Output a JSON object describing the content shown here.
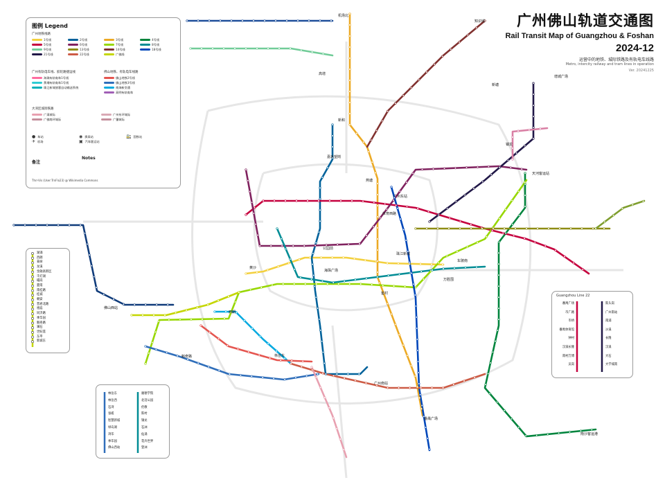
{
  "header": {
    "title_zh": "广州佛山轨道交通图",
    "title_en": "Rail Transit Map of Guangzhou & Foshan",
    "year": "2024-12",
    "subtitle_zh": "运营中的地铁、城际铁路及有轨电车线路",
    "subtitle_en": "Metro, intercity railway and tram lines in operation",
    "version": "Ver. 20241225"
  },
  "legend": {
    "title": "图例 Legend",
    "gz_metro_title": "广州地铁线路",
    "gz_metro_lines": [
      {
        "label": "1号线",
        "color": "#f3d03e"
      },
      {
        "label": "2号线",
        "color": "#00629b"
      },
      {
        "label": "3号线",
        "color": "#ecaa25"
      },
      {
        "label": "4号线",
        "color": "#00843d"
      },
      {
        "label": "5号线",
        "color": "#c5003e"
      },
      {
        "label": "6号线",
        "color": "#80225f"
      },
      {
        "label": "7号线",
        "color": "#97d700"
      },
      {
        "label": "8号线",
        "color": "#008c95"
      },
      {
        "label": "9号线",
        "color": "#71cc98"
      },
      {
        "label": "13号线",
        "color": "#8e8c13"
      },
      {
        "label": "14号线",
        "color": "#81312f"
      },
      {
        "label": "18号线",
        "color": "#0047ba"
      },
      {
        "label": "21号线",
        "color": "#201747"
      },
      {
        "label": "22号线",
        "color": "#cd5b45"
      },
      {
        "label": "广佛线",
        "color": "#c4d600"
      }
    ],
    "gz_other_title": "广州有轨电车线、胶轮路捷运线",
    "gz_other_lines": [
      {
        "label": "海珠有轨电车1号线",
        "color": "#ff6ca0"
      },
      {
        "label": "黄埔有轨电车1号线",
        "color": "#2dccd3"
      },
      {
        "label": "珠江新城旅客自动输送系统",
        "color": "#00b0b9"
      }
    ],
    "fs_title": "佛山地铁、有轨电车线路",
    "fs_lines": [
      {
        "label": "佛山地铁2号线",
        "color": "#e5554f"
      },
      {
        "label": "佛山地铁3号线",
        "color": "#2f6eba"
      },
      {
        "label": "南海新交通",
        "color": "#00a9e0"
      },
      {
        "label": "高明有轨电车",
        "color": "#a05eb5"
      }
    ],
    "intercity_title": "大湾区城际铁路",
    "intercity_lines": [
      {
        "label": "广清城际",
        "color": "#e8a0b0"
      },
      {
        "label": "广州东环城际",
        "color": "#d9a9b5"
      },
      {
        "label": "广佛南环城际",
        "color": "#c48f9c"
      },
      {
        "label": "广肇城际",
        "color": "#c48f9c"
      }
    ],
    "symbols": [
      {
        "label": "车站",
        "icon": "station-icon"
      },
      {
        "label": "换乘站",
        "icon": "interchange-icon"
      },
      {
        "label": "国铁站",
        "icon": "railway-icon"
      },
      {
        "label": "机场",
        "icon": "airport-icon"
      },
      {
        "label": "汽车客运站",
        "icon": "bus-icon"
      }
    ]
  },
  "notes": {
    "left_title": "备注",
    "right_title": "Notes",
    "credit": "Thrr-Vis (User:TrnFlo23) @ Wikimedia Commons"
  },
  "inset_right": {
    "title": "Guangzhou Line 22",
    "stations_left": [
      "番禺广场",
      "市广路",
      "市桥",
      "番禺体育馆",
      "钟村",
      "汉溪长隆",
      "南村万博",
      "员岗"
    ],
    "stations_right": [
      "陈头岗",
      "广州南站",
      "南浦",
      "沙溪",
      "长隆",
      "汉溪",
      "大石",
      "大学城南"
    ]
  },
  "inset_left": {
    "stations": [
      "湖涌",
      "西朗",
      "菊树",
      "龙溪",
      "金融高新区",
      "千灯湖",
      "礌岗",
      "夏南",
      "南桂路",
      "桂城",
      "朝安",
      "普君北路",
      "祖庙",
      "同济路",
      "季华园",
      "魁奇路",
      "澜石",
      "世纪莲",
      "东平",
      "新城东"
    ]
  },
  "inset_bottom_left": {
    "stations_left": [
      "林岳东",
      "林岳西",
      "石湾",
      "张槎",
      "智慧新城",
      "绿岛湖",
      "湾华",
      "季华园",
      "佛山西站"
    ],
    "stations_right": [
      "顺德学院",
      "北滘公园",
      "伦教",
      "陈村",
      "锦龙",
      "石洲",
      "仙涌",
      "花卉世界",
      "登洲"
    ]
  },
  "map_labels": [
    "新塘",
    "增城广场",
    "新和",
    "嘉禾望岗",
    "机场北",
    "体育西路",
    "天河客运站",
    "公园前",
    "广州东站",
    "广州南站",
    "珠江新城",
    "海珠广场",
    "万胜围",
    "客村",
    "车陂南",
    "番禺广场",
    "西朗",
    "魁奇路",
    "林岳东",
    "佛山西站",
    "高增",
    "镇龙",
    "知识城",
    "黄沙",
    "燕塘",
    "南沙客运港"
  ]
}
